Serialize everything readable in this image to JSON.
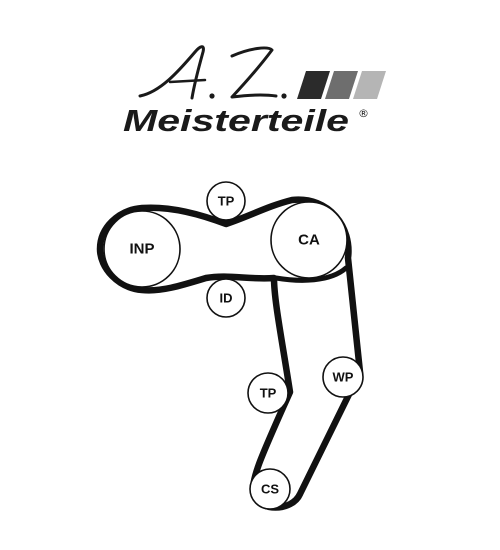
{
  "logo": {
    "script_text": "A.Z.",
    "name_text": "Meisterteile",
    "registered_mark": "®",
    "stripe_colors": [
      "#2b2b2b",
      "#6e6e6e",
      "#b5b5b5"
    ]
  },
  "diagram": {
    "pulleys": [
      {
        "id": "inp",
        "label": "INP"
      },
      {
        "id": "ca",
        "label": "CA"
      },
      {
        "id": "tp-top",
        "label": "TP"
      },
      {
        "id": "id",
        "label": "ID"
      },
      {
        "id": "tp-lower",
        "label": "TP"
      },
      {
        "id": "wp",
        "label": "WP"
      },
      {
        "id": "cs",
        "label": "CS"
      }
    ],
    "colors": {
      "belt": "#111111",
      "pulley_fill": "#ffffff",
      "pulley_stroke": "#111111"
    }
  }
}
